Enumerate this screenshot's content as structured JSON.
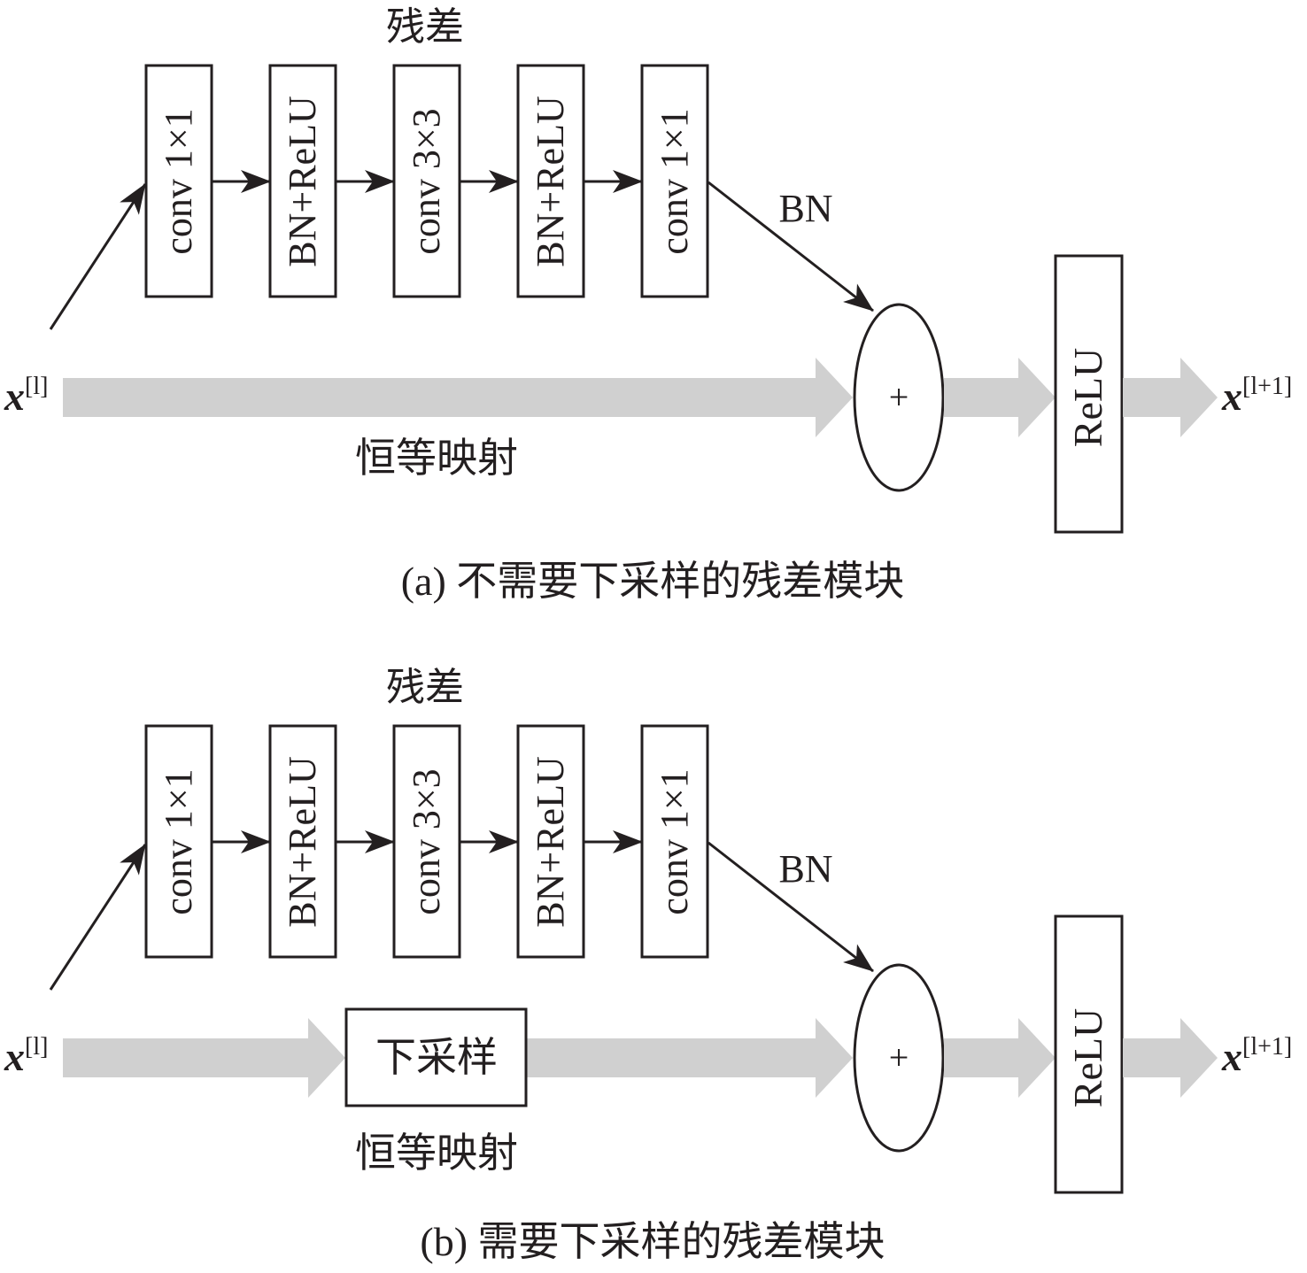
{
  "panels": [
    {
      "id": "a",
      "residual_label": "残差",
      "blocks": [
        "conv 1×1",
        "BN+ReLU",
        "conv 3×3",
        "BN+ReLU",
        "conv 1×1"
      ],
      "bn_label": "BN",
      "input_var": "x",
      "input_sup": "[l]",
      "output_var": "x",
      "output_sup": "[l+1]",
      "sum_symbol": "+",
      "relu_label": "ReLU",
      "identity_label": "恒等映射",
      "downsample_label": null,
      "caption": "(a) 不需要下采样的残差模块"
    },
    {
      "id": "b",
      "residual_label": "残差",
      "blocks": [
        "conv 1×1",
        "BN+ReLU",
        "conv 3×3",
        "BN+ReLU",
        "conv 1×1"
      ],
      "bn_label": "BN",
      "input_var": "x",
      "input_sup": "[l]",
      "output_var": "x",
      "output_sup": "[l+1]",
      "sum_symbol": "+",
      "relu_label": "ReLU",
      "identity_label": "恒等映射",
      "downsample_label": "下采样",
      "caption": "(b) 需要下采样的残差模块"
    }
  ],
  "colors": {
    "stroke": "#231f20",
    "shortcut_arrow": "#d0d0d0",
    "background": "#ffffff"
  }
}
